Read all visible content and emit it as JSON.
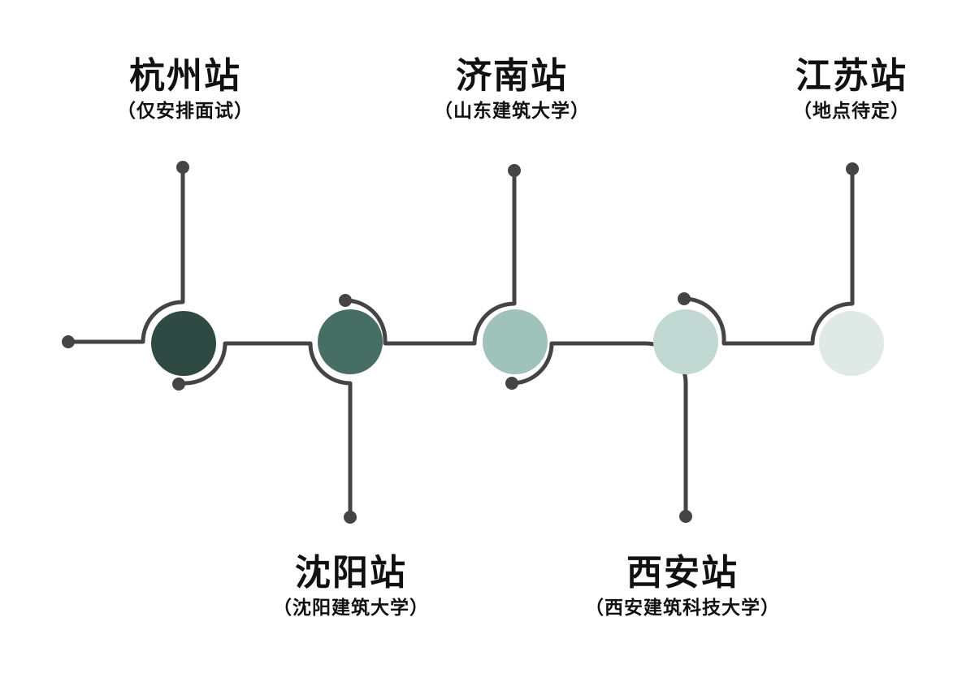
{
  "stations": [
    {
      "name": "杭州站",
      "venue": "（仅安排面试）",
      "color": "#2f4a42"
    },
    {
      "name": "沈阳站",
      "venue": "（沈阳建筑大学）",
      "color": "#466e65"
    },
    {
      "name": "济南站",
      "venue": "（山东建筑大学）",
      "color": "#9fc2bb"
    },
    {
      "name": "西安站",
      "venue": "（西安建筑科技大学）",
      "color": "#c2d8d2"
    },
    {
      "name": "江苏站",
      "venue": "（地点待定）",
      "color": "#dfe9e6"
    }
  ],
  "line_color": "#444444"
}
